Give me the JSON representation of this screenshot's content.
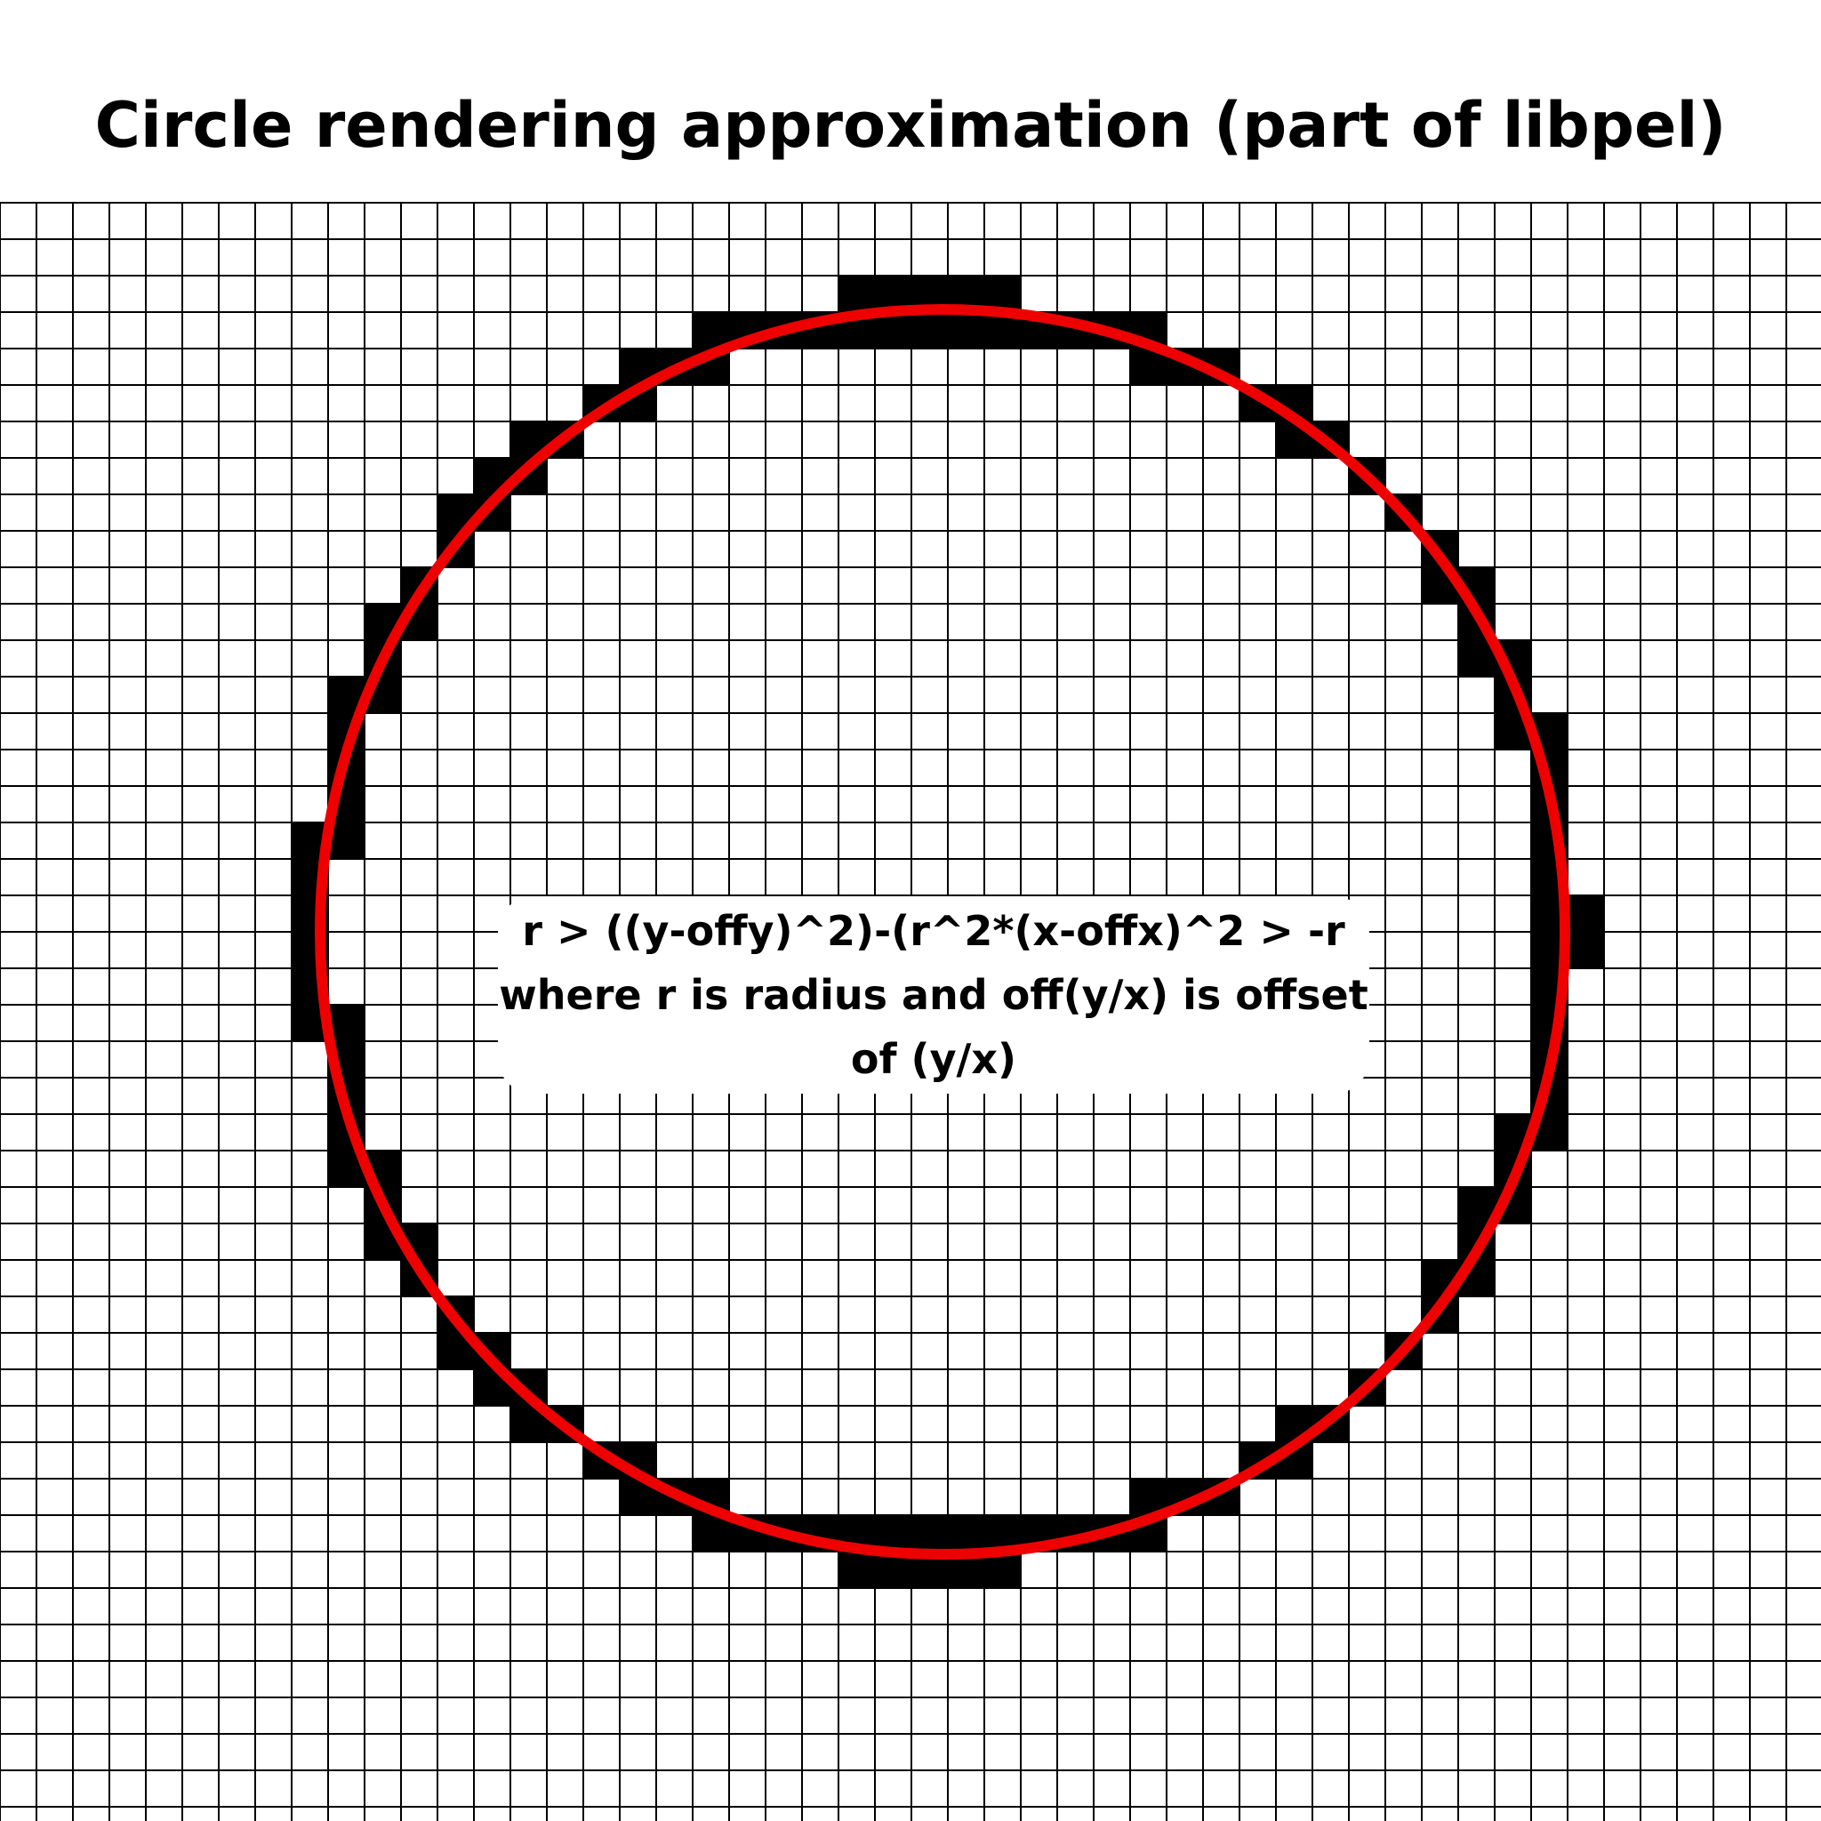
{
  "title": "Circle rendering approximation (part of libpel)",
  "formula": {
    "line1": "r > ((y-offy)^2)-(r^2*(x-offx)^2 > -r",
    "line2": "where r is radius and off(y/x) is offset",
    "line3": "of (y/x)"
  },
  "colors": {
    "grid": "#000000",
    "pixels": "#000000",
    "ideal_circle": "#ee0000",
    "background": "#ffffff"
  }
}
